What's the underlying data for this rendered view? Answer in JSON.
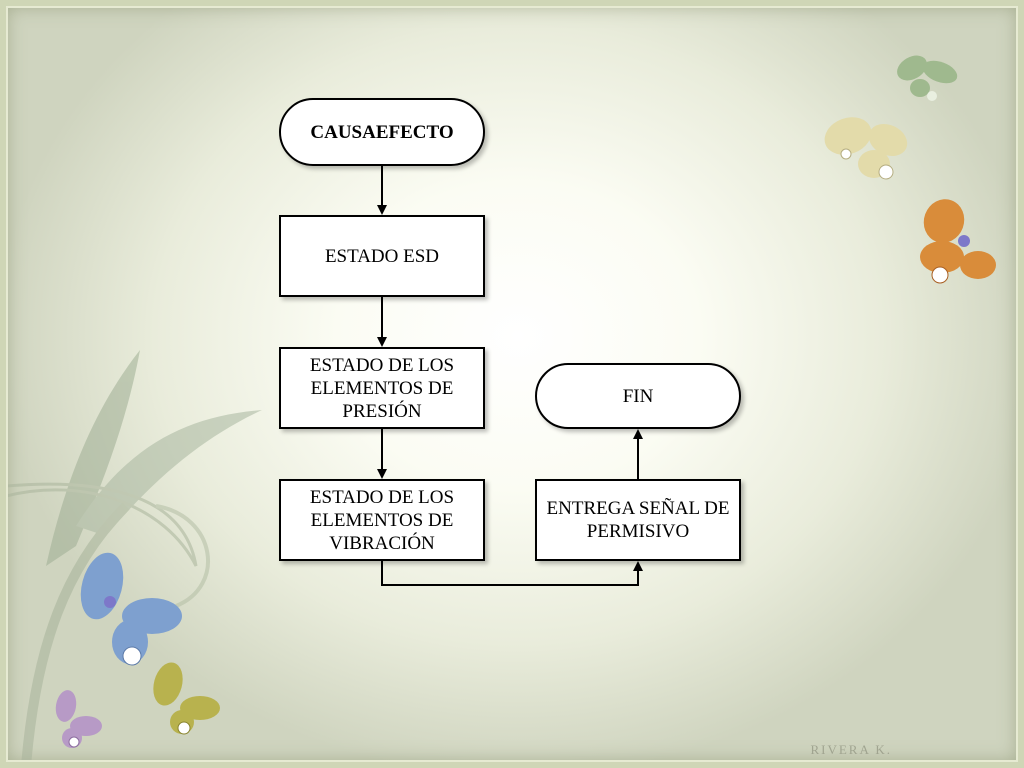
{
  "diagram": {
    "nodes": [
      {
        "id": "start",
        "label": "CAUSAEFECTO"
      },
      {
        "id": "esd",
        "label": "ESTADO ESD"
      },
      {
        "id": "presion",
        "label": "ESTADO DE LOS ELEMENTOS DE PRESIÓN"
      },
      {
        "id": "vibracion",
        "label": "ESTADO DE LOS ELEMENTOS DE VIBRACIÓN"
      },
      {
        "id": "senal",
        "label": "ENTREGA SEÑAL DE PERMISIVO"
      },
      {
        "id": "fin",
        "label": "FIN"
      }
    ],
    "edges": [
      {
        "from": "start",
        "to": "esd"
      },
      {
        "from": "esd",
        "to": "presion"
      },
      {
        "from": "presion",
        "to": "vibracion"
      },
      {
        "from": "vibracion",
        "to": "senal"
      },
      {
        "from": "senal",
        "to": "fin"
      }
    ]
  },
  "footer": {
    "author": "RIVERA K."
  },
  "colors": {
    "box_fill": "#ffffff",
    "box_stroke": "#000000",
    "background_center": "#ffffff",
    "background_edge": "#cfd4bf",
    "butterfly_blue": "#7ea0cf",
    "butterfly_orange": "#d98c3a",
    "butterfly_cream": "#e3dbaa",
    "butterfly_green": "#9fb98e",
    "butterfly_olive": "#b8b24e",
    "butterfly_purple": "#b79ac6"
  }
}
